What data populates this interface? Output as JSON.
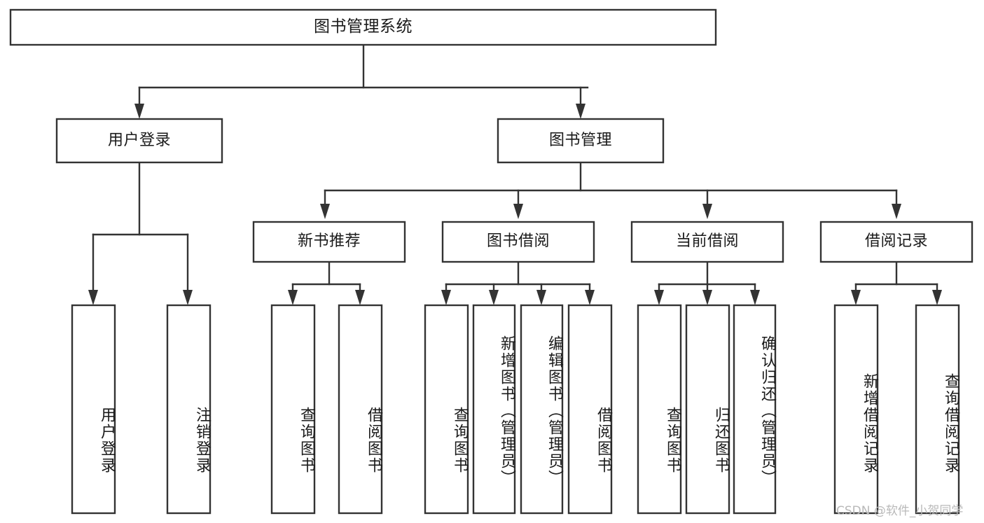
{
  "diagram": {
    "type": "hierarchy-tree",
    "title": "图书管理系统",
    "levels": 4,
    "root": {
      "id": "root",
      "label": "图书管理系统",
      "orientation": "horizontal"
    },
    "level2": [
      {
        "id": "user-login",
        "label": "用户登录",
        "orientation": "horizontal"
      },
      {
        "id": "book-management",
        "label": "图书管理",
        "orientation": "horizontal"
      }
    ],
    "level3": [
      {
        "id": "new-book-recommend",
        "label": "新书推荐",
        "orientation": "horizontal",
        "parent": "book-management"
      },
      {
        "id": "book-borrow",
        "label": "图书借阅",
        "orientation": "horizontal",
        "parent": "book-management"
      },
      {
        "id": "current-borrow",
        "label": "当前借阅",
        "orientation": "horizontal",
        "parent": "book-management"
      },
      {
        "id": "borrow-record",
        "label": "借阅记录",
        "orientation": "horizontal",
        "parent": "book-management"
      }
    ],
    "leaves": [
      {
        "id": "leaf-user-login",
        "label": "用户登录",
        "parent": "user-login",
        "orientation": "vertical"
      },
      {
        "id": "leaf-logout-login",
        "label": "注销登录",
        "parent": "user-login",
        "orientation": "vertical"
      },
      {
        "id": "leaf-query-book-1",
        "label": "查询图书",
        "parent": "new-book-recommend",
        "orientation": "vertical"
      },
      {
        "id": "leaf-borrow-book-1",
        "label": "借阅图书",
        "parent": "new-book-recommend",
        "orientation": "vertical"
      },
      {
        "id": "leaf-query-book-2",
        "label": "查询图书",
        "parent": "book-borrow",
        "orientation": "vertical"
      },
      {
        "id": "leaf-add-book",
        "label": "新增图书（管理员）",
        "parent": "book-borrow",
        "orientation": "vertical"
      },
      {
        "id": "leaf-edit-book",
        "label": "编辑图书（管理员）",
        "parent": "book-borrow",
        "orientation": "vertical"
      },
      {
        "id": "leaf-borrow-book-2",
        "label": "借阅图书",
        "parent": "book-borrow",
        "orientation": "vertical"
      },
      {
        "id": "leaf-query-book-3",
        "label": "查询图书",
        "parent": "current-borrow",
        "orientation": "vertical"
      },
      {
        "id": "leaf-return-book",
        "label": "归还图书",
        "parent": "current-borrow",
        "orientation": "vertical"
      },
      {
        "id": "leaf-confirm-return",
        "label": "确认归还（管理员）",
        "parent": "current-borrow",
        "orientation": "vertical"
      },
      {
        "id": "leaf-add-record",
        "label": "新增借阅记录",
        "parent": "borrow-record",
        "orientation": "vertical"
      },
      {
        "id": "leaf-query-record",
        "label": "查询借阅记录",
        "parent": "borrow-record",
        "orientation": "vertical"
      }
    ]
  },
  "watermark": {
    "text": "CSDN @软件_小贺同学"
  },
  "colors": {
    "stroke": "#333333",
    "box_fill": "#ffffff",
    "text": "#1a1a1a",
    "watermark": "#b9b9b9",
    "background": "#ffffff"
  }
}
